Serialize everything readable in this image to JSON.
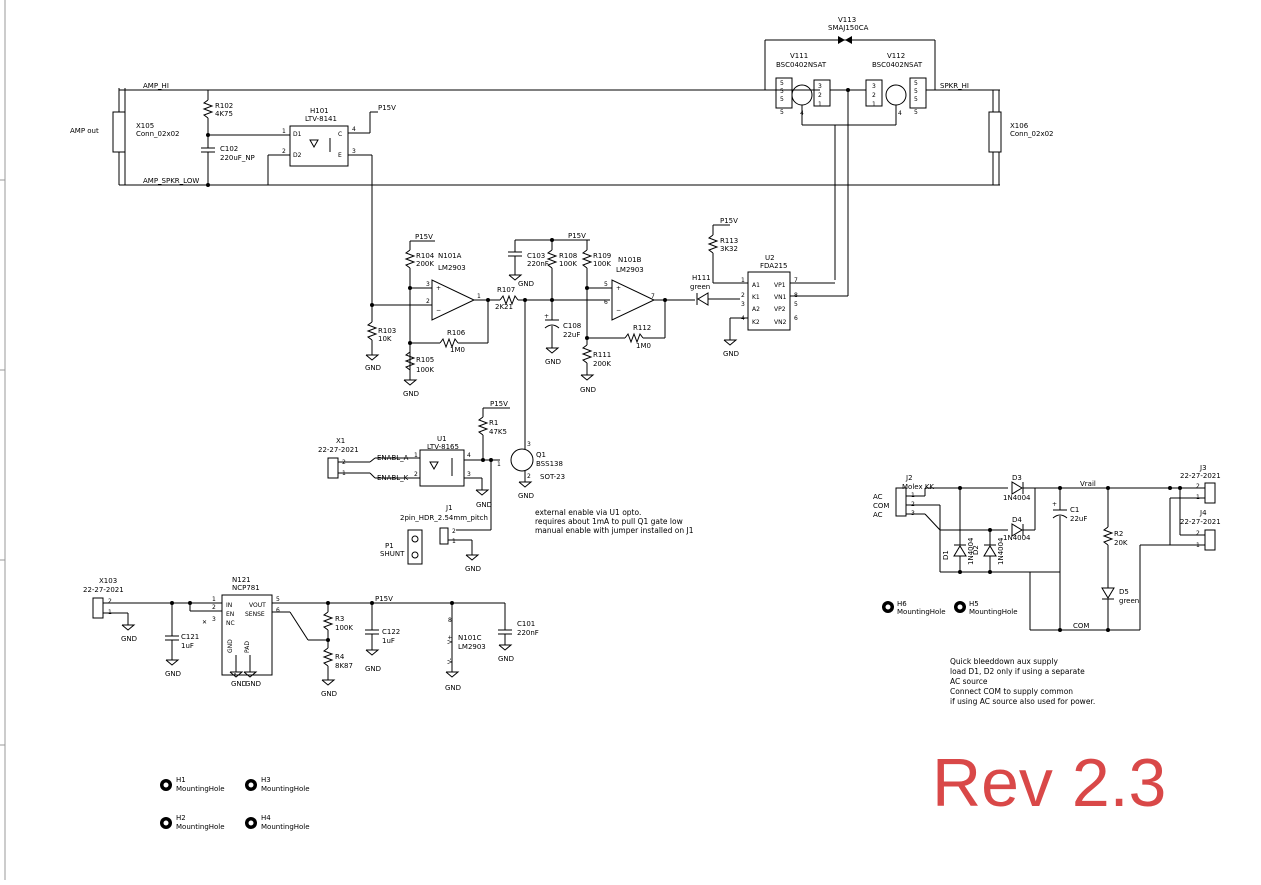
{
  "revision": "Rev 2.3",
  "colors": {
    "revision": "#d94848",
    "wire": "#000000",
    "background": "#ffffff"
  },
  "nets": {
    "amp_hi": "AMP_HI",
    "amp_spkr_low": "AMP_SPKR_LOW",
    "spkr_hi": "SPKR_HI",
    "p15v": "P15V",
    "gnd": "GND",
    "enabl_a": "ENABL_A",
    "enabl_k": "ENABL_K",
    "vrail": "Vrail",
    "com": "COM",
    "amp_out": "AMP out",
    "ac": "AC",
    "com_pin": "COM"
  },
  "components": {
    "V113": {
      "ref": "V113",
      "value": "SMAJ150CA"
    },
    "V111": {
      "ref": "V111",
      "value": "BSC0402NSAT"
    },
    "V112": {
      "ref": "V112",
      "value": "BSC0402NSAT"
    },
    "X105": {
      "ref": "X105",
      "value": "Conn_02x02"
    },
    "X106": {
      "ref": "X106",
      "value": "Conn_02x02"
    },
    "R102": {
      "ref": "R102",
      "value": "4K75"
    },
    "C102": {
      "ref": "C102",
      "value": "220uF_NP"
    },
    "H101": {
      "ref": "H101",
      "value": "LTV-8141"
    },
    "R104": {
      "ref": "R104",
      "value": "200K"
    },
    "N101A": {
      "ref": "N101A",
      "value": "LM2903"
    },
    "R103": {
      "ref": "R103",
      "value": "10K"
    },
    "R105": {
      "ref": "R105",
      "value": "100K"
    },
    "R106": {
      "ref": "R106",
      "value": "1M0"
    },
    "R107": {
      "ref": "R107",
      "value": "2K21"
    },
    "C103": {
      "ref": "C103",
      "value": "220nF"
    },
    "R108": {
      "ref": "R108",
      "value": "100K"
    },
    "R109": {
      "ref": "R109",
      "value": "100K"
    },
    "N101B": {
      "ref": "N101B",
      "value": "LM2903"
    },
    "C108": {
      "ref": "C108",
      "value": "22uF"
    },
    "R111": {
      "ref": "R111",
      "value": "200K"
    },
    "R112": {
      "ref": "R112",
      "value": "1M0"
    },
    "R113": {
      "ref": "R113",
      "value": "3K32"
    },
    "H111": {
      "ref": "H111",
      "value": "green"
    },
    "U2": {
      "ref": "U2",
      "value": "FDA215"
    },
    "R1": {
      "ref": "R1",
      "value": "47K5"
    },
    "U1": {
      "ref": "U1",
      "value": "LTV-8165"
    },
    "Q1": {
      "ref": "Q1",
      "value": "BSS138",
      "package": "SOT-23"
    },
    "X1": {
      "ref": "X1",
      "value": "22-27-2021"
    },
    "J1": {
      "ref": "J1",
      "value": "2pin_HDR_2.54mm_pitch"
    },
    "P1": {
      "ref": "P1",
      "value": "SHUNT"
    },
    "X103": {
      "ref": "X103",
      "value": "22-27-2021"
    },
    "N121": {
      "ref": "N121",
      "value": "NCP781"
    },
    "C121": {
      "ref": "C121",
      "value": "1uF"
    },
    "R3": {
      "ref": "R3",
      "value": "100K"
    },
    "R4": {
      "ref": "R4",
      "value": "8K87"
    },
    "C122": {
      "ref": "C122",
      "value": "1uF"
    },
    "N101C": {
      "ref": "N101C",
      "value": "LM2903"
    },
    "C101": {
      "ref": "C101",
      "value": "220nF"
    },
    "J2": {
      "ref": "J2",
      "value": "Molex KK"
    },
    "D3": {
      "ref": "D3",
      "value": "1N4004"
    },
    "D4": {
      "ref": "D4",
      "value": "1N4004"
    },
    "D1": {
      "ref": "D1",
      "value": "1N4004"
    },
    "D2": {
      "ref": "D2",
      "value": "1N4004"
    },
    "C1": {
      "ref": "C1",
      "value": "22uF"
    },
    "R2": {
      "ref": "R2",
      "value": "20K"
    },
    "D5": {
      "ref": "D5",
      "value": "green"
    },
    "J3": {
      "ref": "J3",
      "value": "22-27-2021"
    },
    "J4": {
      "ref": "J4",
      "value": "22-27-2021"
    },
    "H1": {
      "ref": "H1",
      "value": "MountingHole"
    },
    "H2": {
      "ref": "H2",
      "value": "MountingHole"
    },
    "H3": {
      "ref": "H3",
      "value": "MountingHole"
    },
    "H4": {
      "ref": "H4",
      "value": "MountingHole"
    },
    "H5": {
      "ref": "H5",
      "value": "MountingHole"
    },
    "H6": {
      "ref": "H6",
      "value": "MountingHole"
    }
  },
  "notes": {
    "enable": [
      "external enable via U1 opto.",
      "requires about 1mA to pull Q1 gate low",
      "manual enable with jumper installed on J1"
    ],
    "bleed": [
      "Quick bleeddown aux supply",
      "load D1, D2 only if using a separate",
      "AC source",
      "Connect COM to supply common",
      "if using AC source also used for power."
    ]
  },
  "pins": {
    "in": "IN",
    "en": "EN",
    "nc": "NC",
    "vout": "VOUT",
    "sense": "SENSE",
    "gnd": "GND",
    "pad": "PAD",
    "d1": "D1",
    "d2": "D2",
    "c": "C",
    "e": "E",
    "a1": "A1",
    "k1": "K1",
    "a2": "A2",
    "k2": "K2",
    "vp1": "VP1",
    "vn1": "VN1",
    "vp2": "VP2",
    "vn2": "VN2",
    "vplus": "V+",
    "vminus": "V-"
  }
}
